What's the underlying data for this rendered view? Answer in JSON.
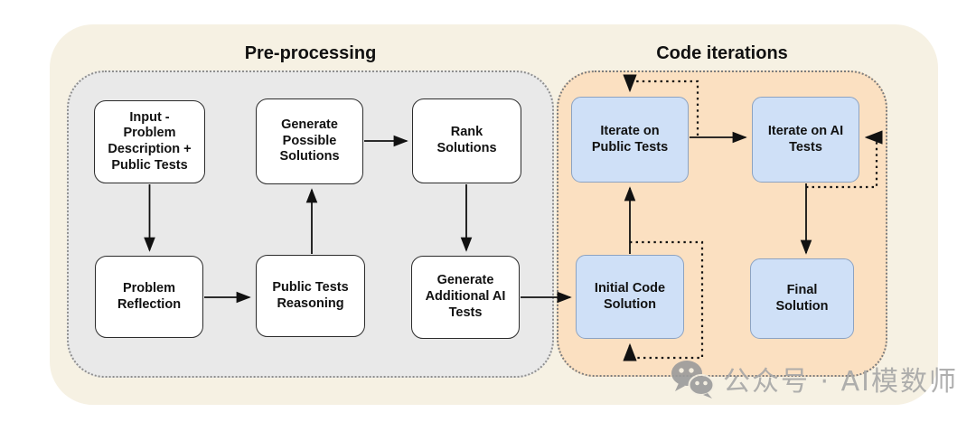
{
  "titles": {
    "preprocessing": "Pre-processing",
    "code_iterations": "Code iterations"
  },
  "nodes": {
    "input": {
      "label": "Input -\nProblem\nDescription +\nPublic Tests"
    },
    "generate_possible": {
      "label": "Generate\nPossible\nSolutions"
    },
    "rank_solutions": {
      "label": "Rank\nSolutions"
    },
    "problem_reflection": {
      "label": "Problem\nReflection"
    },
    "public_tests_reasoning": {
      "label": "Public Tests\nReasoning"
    },
    "generate_additional": {
      "label": "Generate\nAdditional AI\nTests"
    },
    "iterate_public": {
      "label": "Iterate on\nPublic Tests"
    },
    "iterate_ai": {
      "label": "Iterate on AI\nTests"
    },
    "initial_code": {
      "label": "Initial Code\nSolution"
    },
    "final_solution": {
      "label": "Final\nSolution"
    }
  },
  "flow": {
    "solid_arrows": [
      "input -> problem_reflection",
      "problem_reflection -> public_tests_reasoning",
      "public_tests_reasoning -> generate_possible",
      "generate_possible -> rank_solutions",
      "rank_solutions -> generate_additional",
      "generate_additional -> initial_code",
      "initial_code -> iterate_public",
      "iterate_public -> iterate_ai",
      "iterate_ai -> final_solution"
    ],
    "dotted_loops": [
      "iterate_public self-loop (top)",
      "iterate_ai self-loop (right)",
      "initial_code self-loop (right)"
    ]
  },
  "watermark": {
    "icon": "wechat-icon",
    "text": "公众号 · AI模数师"
  },
  "colors": {
    "outer_bg": "#f6f1e3",
    "preprocessing_bg": "#e9e9e9",
    "code_iterations_bg": "#fbe0c1",
    "stage_box_bg": "#ffffff",
    "stage_box_border": "#2b2b2b",
    "code_box_bg": "#cfe0f7",
    "code_box_border": "#8ca3c2",
    "arrow": "#111111",
    "watermark_text": "#a7a7a7"
  }
}
